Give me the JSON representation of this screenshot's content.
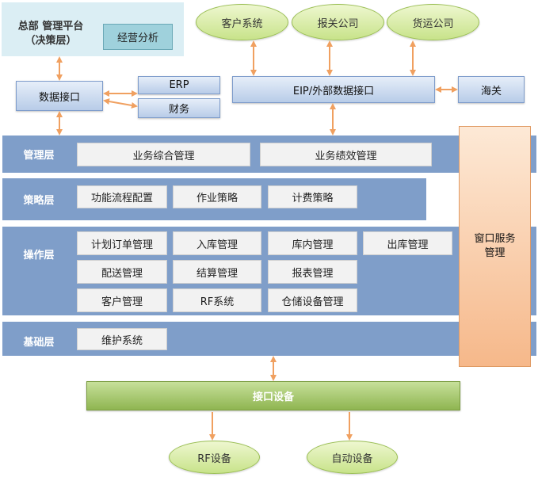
{
  "headquarters": {
    "title_line1": "总部 管理平台",
    "title_line2": "（决策层）",
    "analysis": "经营分析"
  },
  "external": {
    "customer_system": "客户系统",
    "customs_broker": "报关公司",
    "freight_company": "货运公司"
  },
  "left_interfaces": {
    "data_interface": "数据接口",
    "erp": "ERP",
    "finance": "财务"
  },
  "eip": {
    "label": "EIP/外部数据接口",
    "customs": "海关"
  },
  "layers": {
    "management": {
      "label": "管理层",
      "modules": [
        "业务综合管理",
        "业务绩效管理"
      ]
    },
    "strategy": {
      "label": "策略层",
      "modules": [
        "功能流程配置",
        "作业策略",
        "计费策略"
      ]
    },
    "operation": {
      "label": "操作层",
      "modules": [
        "计划订单管理",
        "入库管理",
        "库内管理",
        "出库管理",
        "配送管理",
        "结算管理",
        "报表管理",
        "客户管理",
        "RF系统",
        "仓储设备管理"
      ]
    },
    "foundation": {
      "label": "基础层",
      "modules": [
        "维护系统"
      ]
    }
  },
  "window_service": {
    "line1": "窗口服务",
    "line2": "管理"
  },
  "interface_device": "接口设备",
  "devices": {
    "rf": "RF设备",
    "auto": "自动设备"
  },
  "colors": {
    "layer_blue": "#7f9ec9",
    "arrow_orange": "#f0a060",
    "ellipse_green": "#c8e38a",
    "window_orange": "#f6b88a"
  }
}
